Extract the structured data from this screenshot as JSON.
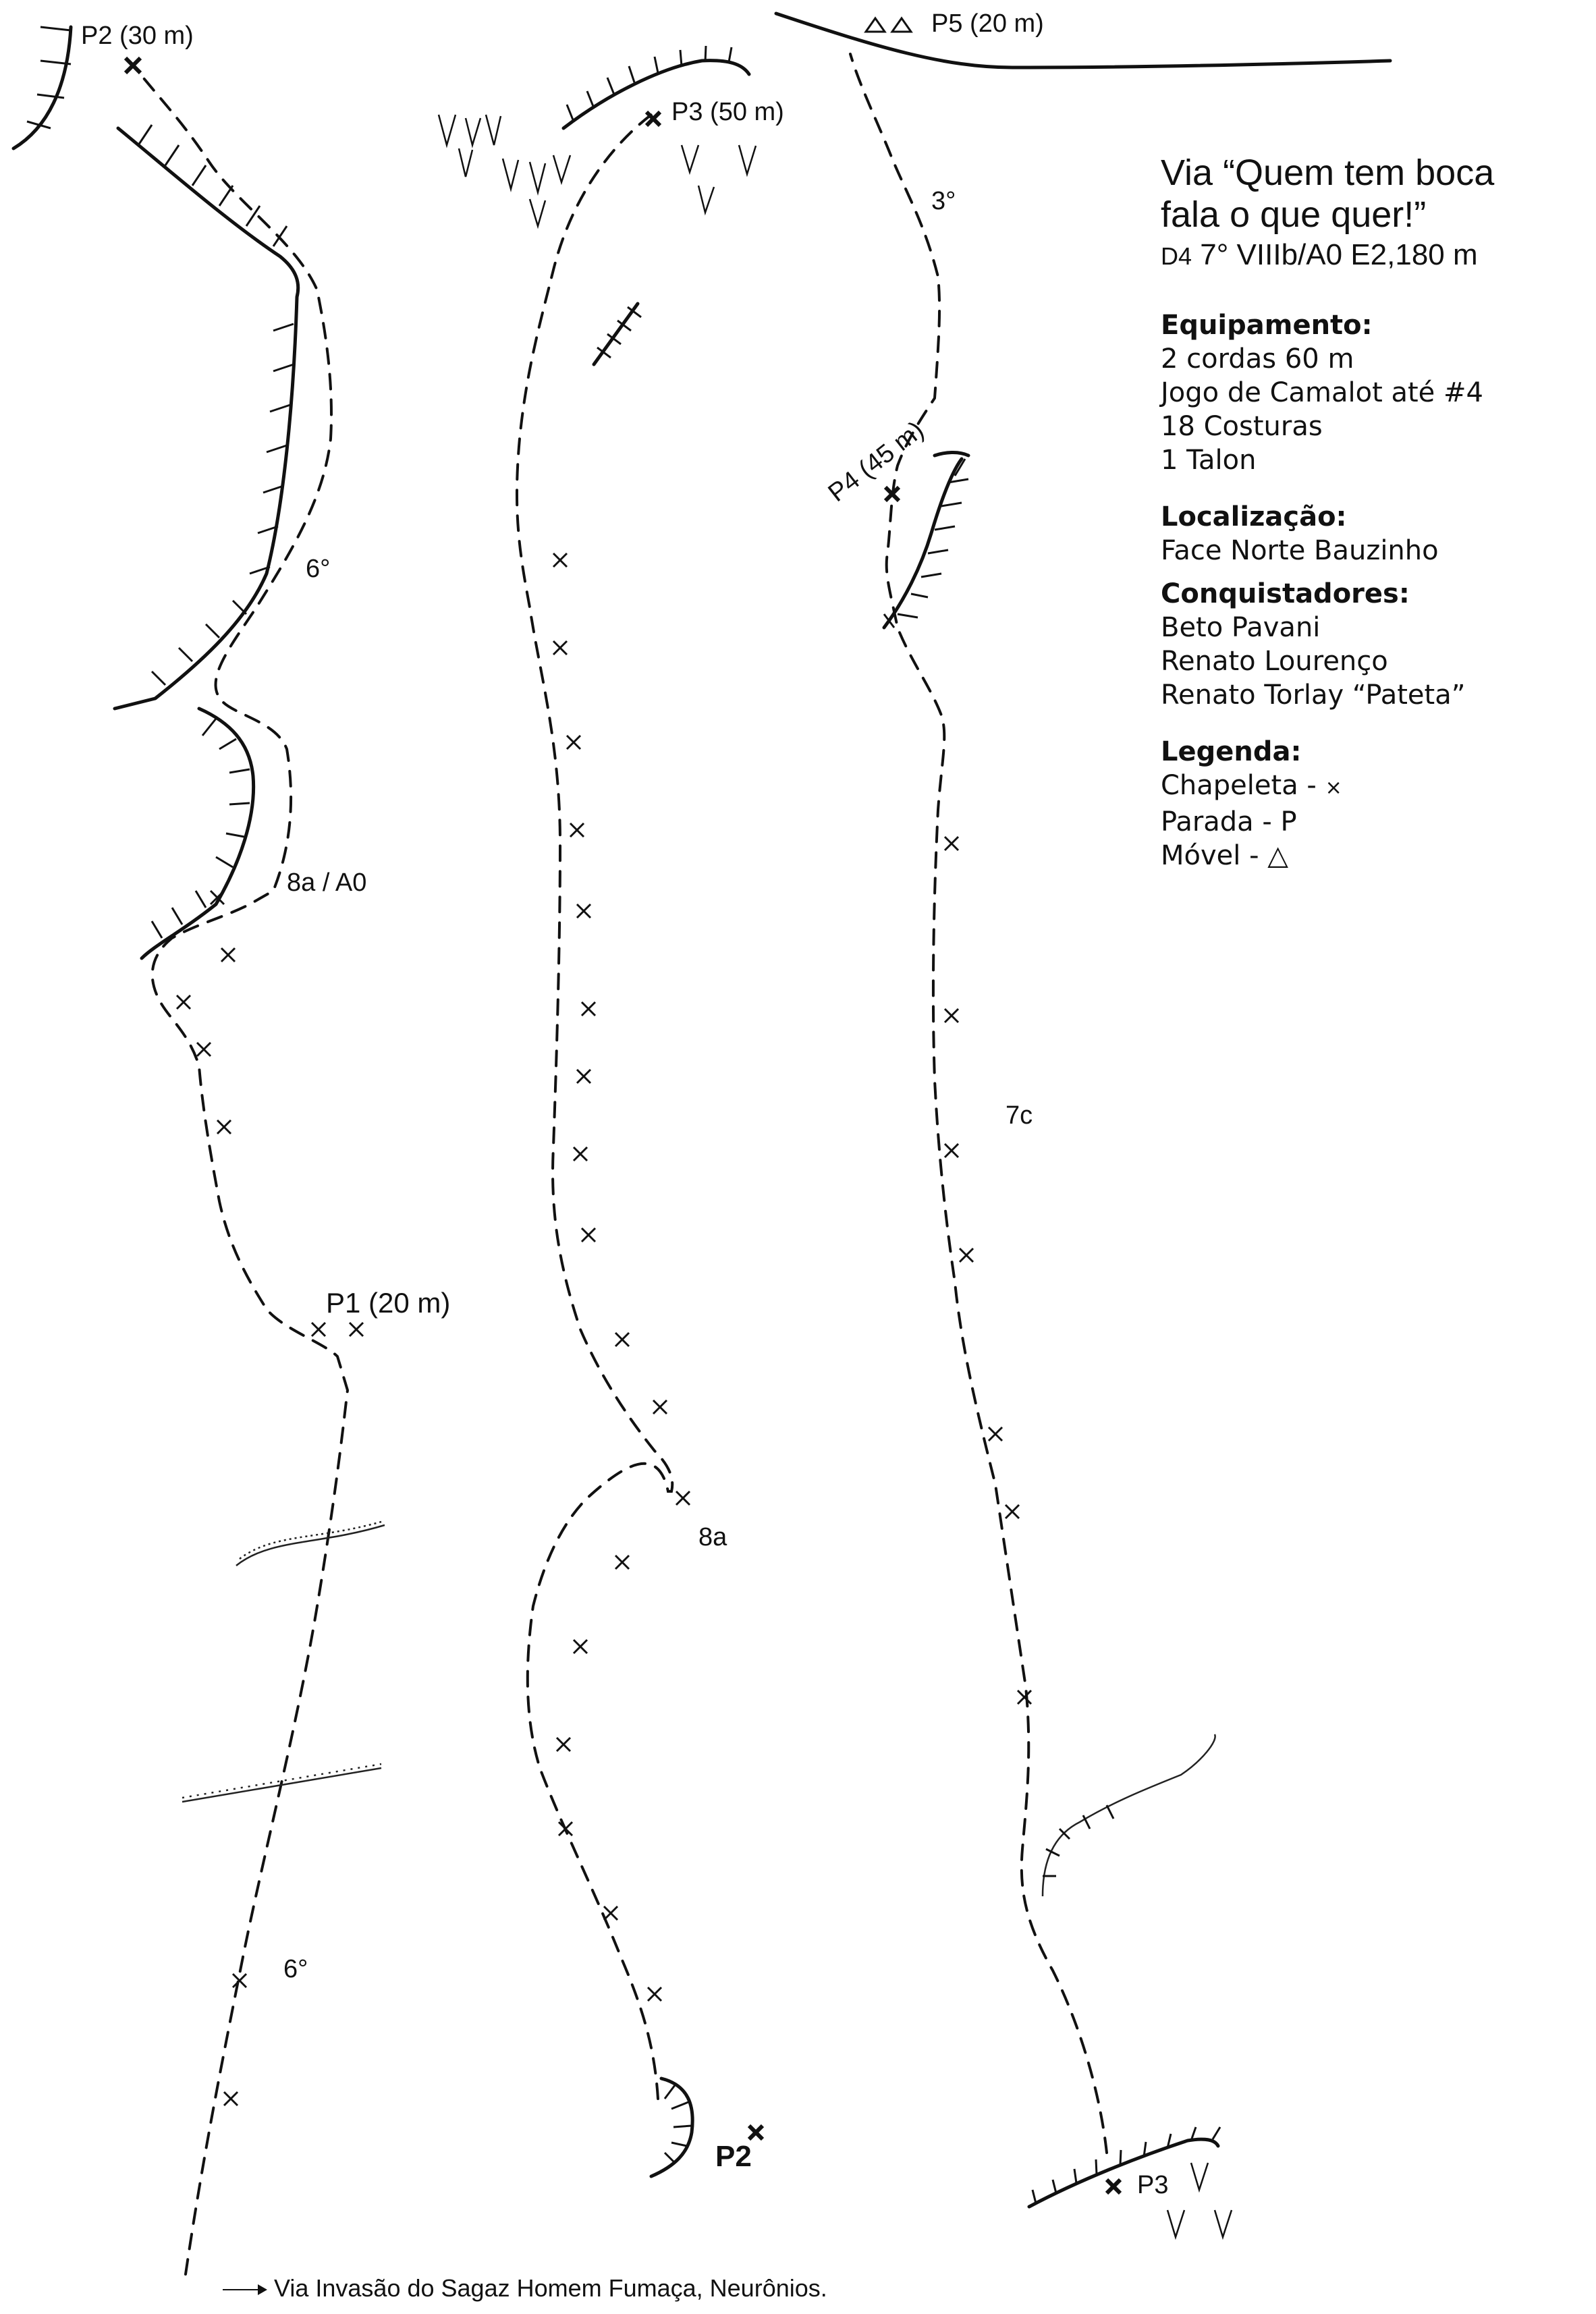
{
  "route": {
    "title_line1": "Via “Quem tem boca",
    "title_line2": "fala o que quer!”",
    "grade_prefix": "D4",
    "grade": "7° VIIIb/A0 E2,180 m"
  },
  "sections": [
    {
      "heading": "Equipamento:",
      "lines": [
        "2 cordas 60 m",
        "Jogo de Camalot até #4",
        "18 Costuras",
        "1 Talon"
      ]
    },
    {
      "heading": "Localização:",
      "lines": [
        "Face Norte Bauzinho"
      ]
    },
    {
      "heading": "Conquistadores:",
      "lines": [
        "Beto Pavani",
        "Renato Lourenço",
        "Renato Torlay “Pateta”"
      ]
    }
  ],
  "legend": {
    "heading": "Legenda:",
    "items": [
      {
        "label": "Chapeleta - ",
        "symbol": "×"
      },
      {
        "label": "Parada - P",
        "symbol": ""
      },
      {
        "label": "Móvel - ",
        "symbol": "△"
      }
    ]
  },
  "diagram_labels": {
    "p1": "P1 (20 m)",
    "p2_top": "P2 (30 m)",
    "p2_bottom": "P2",
    "p3_top": "P3 (50 m)",
    "p3_bottom": "P3",
    "p4": "P4 (45 m)",
    "p5": "P5 (20 m)",
    "grade_6_upper": "6°",
    "grade_6_lower": "6°",
    "grade_8a_a0": "8a / A0",
    "grade_8a": "8a",
    "grade_3": "3°",
    "grade_7c": "7c"
  },
  "footer": {
    "text": "Via Invasão do Sagaz Homem Fumaça, Neurônios."
  }
}
